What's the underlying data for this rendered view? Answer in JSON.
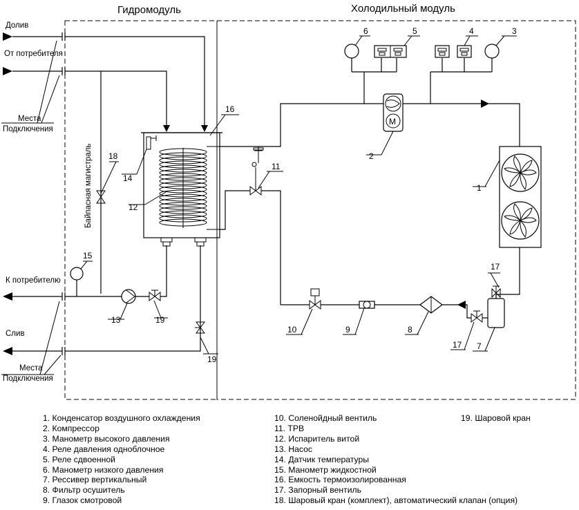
{
  "titles": {
    "hydro": "Гидромодуль",
    "cold": "Холодильный модуль"
  },
  "labels": {
    "doliv": "Долив",
    "from_consumer": "От потребителя",
    "places_1a": "Места",
    "places_1b": "Подключения",
    "bypass": "Байпасная магистраль",
    "to_consumer": "К потребителю",
    "sliv": "Слив",
    "places_2a": "Места",
    "places_2b": "Подключения"
  },
  "numbers": {
    "n1": "1",
    "n2": "2",
    "n3": "3",
    "n4": "4",
    "n5": "5",
    "n6": "6",
    "n7": "7",
    "n8": "8",
    "n9": "9",
    "n10": "10",
    "n11": "11",
    "n12": "12",
    "n13": "13",
    "n14": "14",
    "n15": "15",
    "n16": "16",
    "n17a": "17",
    "n17b": "17",
    "n18": "18",
    "n19a": "19",
    "n19b": "19"
  },
  "legend": {
    "col1": [
      "1. Конденсатор воздушного охлаждения",
      "2. Компрессор",
      "3. Манометр высокого давления",
      "4. Реле давления одноблочное",
      "5. Реле сдвоенной",
      "6. Манометр низкого давления",
      "7. Рессивер вертикальный",
      "8. Фильтр осушитель",
      "9. Глазок смотровой"
    ],
    "col2": [
      "10. Соленойдный вентиль",
      "11. ТРВ",
      "12. Испаритель витой",
      "13. Насос",
      "14. Датчик температуры",
      "15. Манометр жидкостной",
      "16. Емкость термоизолированная",
      "17. Запорный вентиль",
      "18. Шаровый кран (комплект), автоматический клапан (опция)"
    ],
    "col3": [
      "19. Шаровой кран"
    ]
  },
  "symbols": {
    "compressor_motor": "M"
  }
}
